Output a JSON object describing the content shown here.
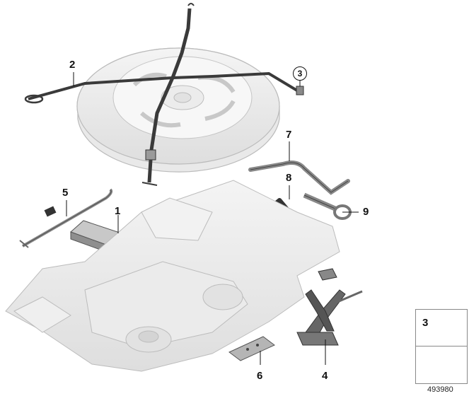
{
  "callouts": {
    "c1": "1",
    "c2": "2",
    "c3": "3",
    "c4": "4",
    "c5": "5",
    "c6": "6",
    "c7": "7",
    "c8": "8",
    "c9": "9"
  },
  "legend": {
    "item_number": "3"
  },
  "document_number": "493980"
}
